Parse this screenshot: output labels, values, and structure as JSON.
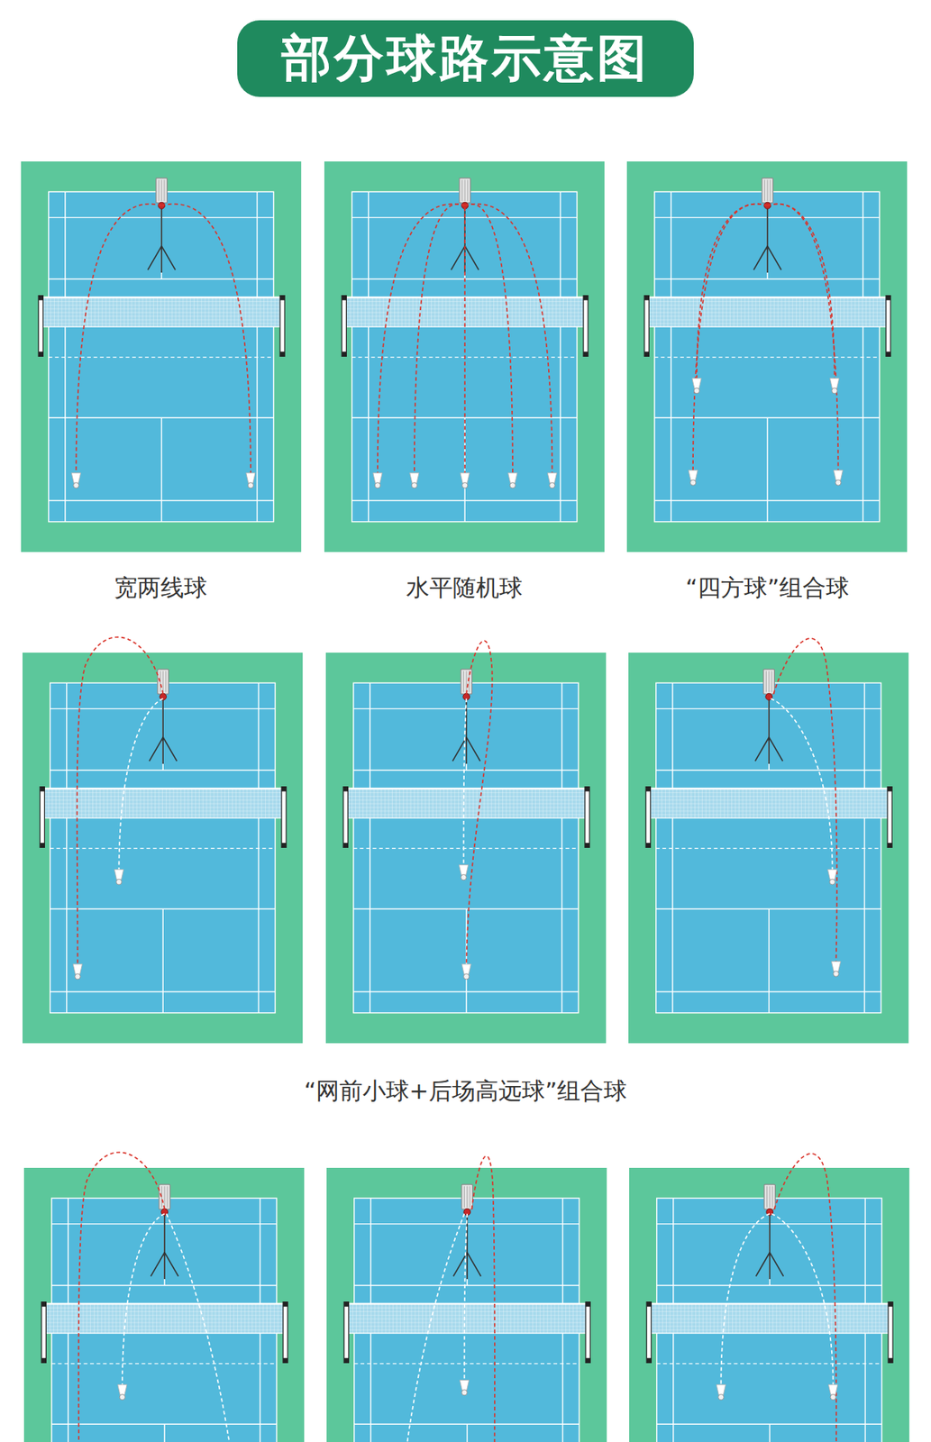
{
  "diagram": {
    "title": "部分球路示意图",
    "labels": [
      "宽两线球",
      "水平随机球",
      "“四方球”组合球",
      "“网前小球+后场高远球”组合球"
    ]
  }
}
